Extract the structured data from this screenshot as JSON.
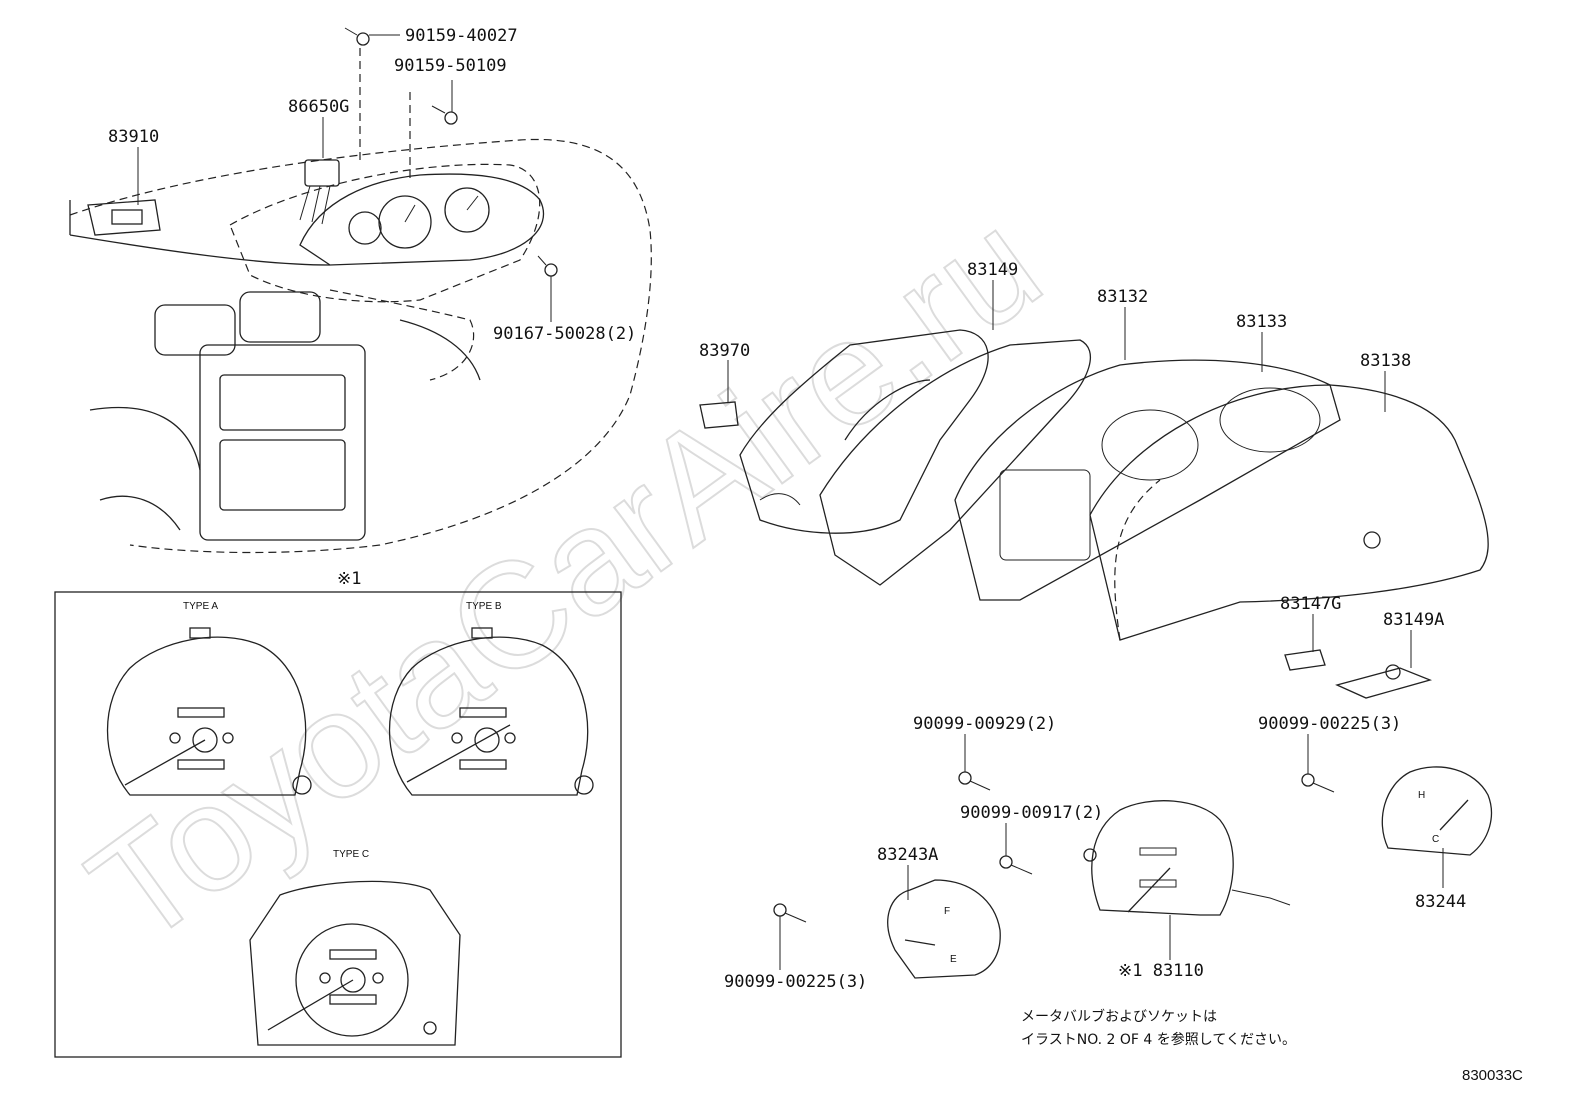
{
  "watermark": "ToyotaCarAire.ru",
  "diagram_code": "830033C",
  "callouts": {
    "p90159_40027": "90159-40027",
    "p90159_50109": "90159-50109",
    "p86650G": "86650G",
    "p83910": "83910",
    "p90167_50028": "90167-50028(2)",
    "p83149": "83149",
    "p83132": "83132",
    "p83133": "83133",
    "p83970": "83970",
    "p83138": "83138",
    "p83147G": "83147G",
    "p83149A": "83149A",
    "p90099_00929": "90099-00929(2)",
    "p90099_00225_right": "90099-00225(3)",
    "p90099_00917": "90099-00917(2)",
    "p83243A": "83243A",
    "p83244": "83244",
    "p90099_00225_left": "90099-00225(3)",
    "p83110": "※1 83110"
  },
  "inset": {
    "marker": "※1",
    "type_a": "TYPE A",
    "type_b": "TYPE B",
    "type_c": "TYPE C"
  },
  "gauge_marks": {
    "fuel_full": "F",
    "fuel_empty": "E",
    "temp_hot": "H",
    "temp_cold": "C"
  },
  "note": {
    "line1": "メータバルブおよびソケットは",
    "line2": "イラストNO. 2  OF  4  を参照してください。"
  }
}
